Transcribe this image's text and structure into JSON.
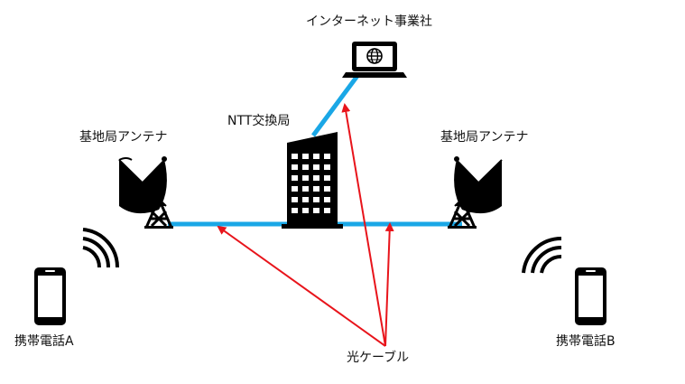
{
  "labels": {
    "isp": "インターネット事業社",
    "ntt": "NTT交換局",
    "base_left": "基地局アンテナ",
    "base_right": "基地局アンテナ",
    "phone_a": "携帯電話A",
    "phone_b": "携帯電話B",
    "fiber": "光ケーブル"
  },
  "colors": {
    "fiber_line": "#1aa7e6",
    "arrow": "#e8141b",
    "icon": "#000000"
  },
  "icons": {
    "isp": "laptop-globe-icon",
    "ntt": "building-icon",
    "antenna": "satellite-dish-antenna-icon",
    "phone": "smartphone-icon",
    "signal": "wireless-signal-icon"
  }
}
